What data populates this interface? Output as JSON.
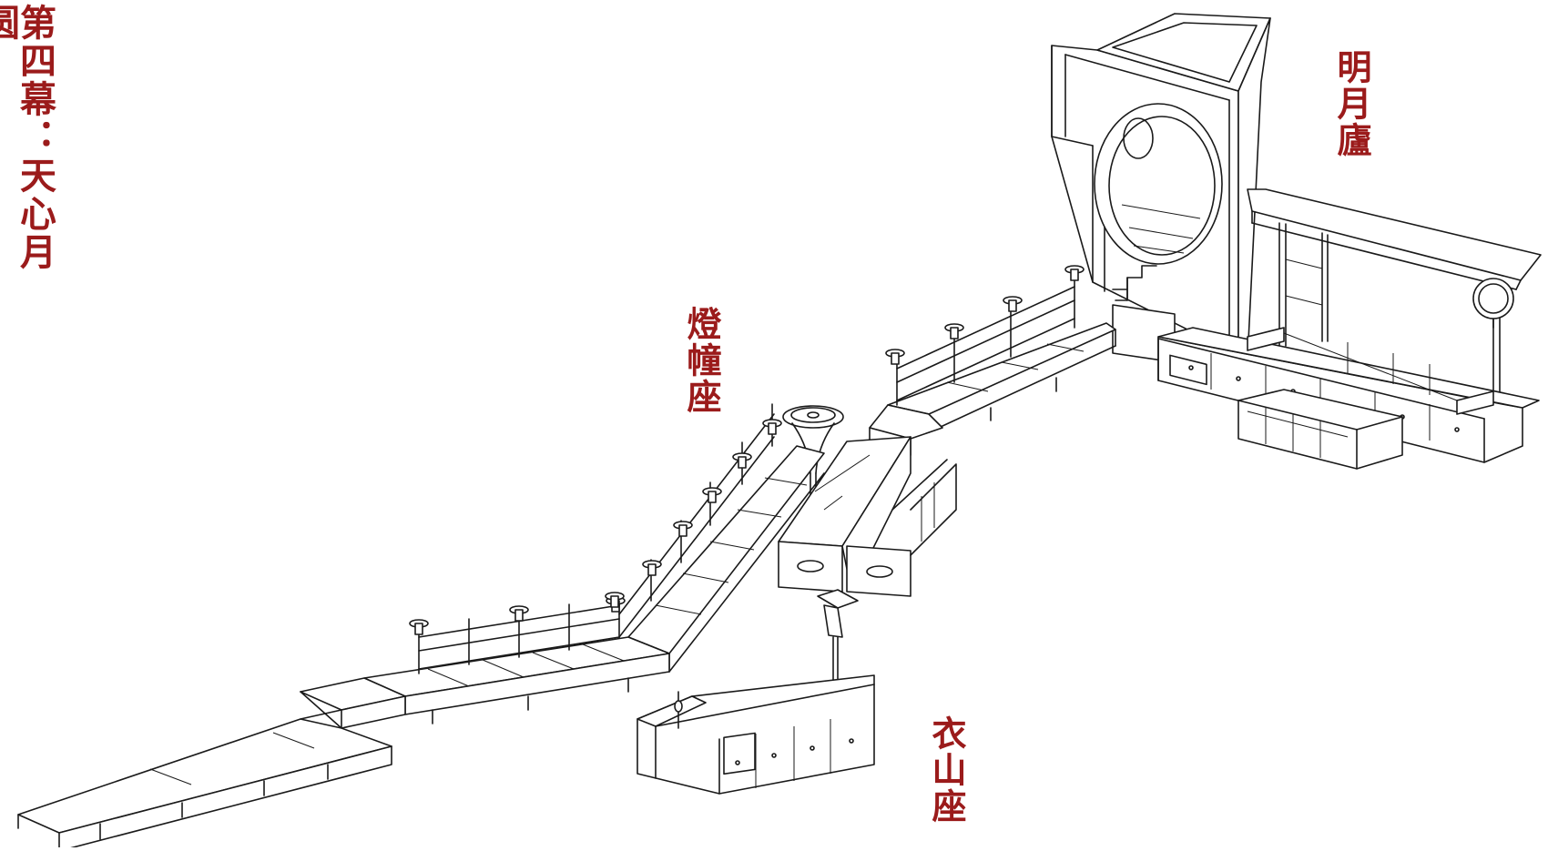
{
  "title": "第四幕：天心月圆",
  "labels": {
    "mingyue": "明月廬",
    "dengchuang": "燈幢座",
    "yishan": "衣山座"
  },
  "colors": {
    "label": "#9b1b1b",
    "line": "#1a1a1a",
    "background": "#ffffff"
  }
}
